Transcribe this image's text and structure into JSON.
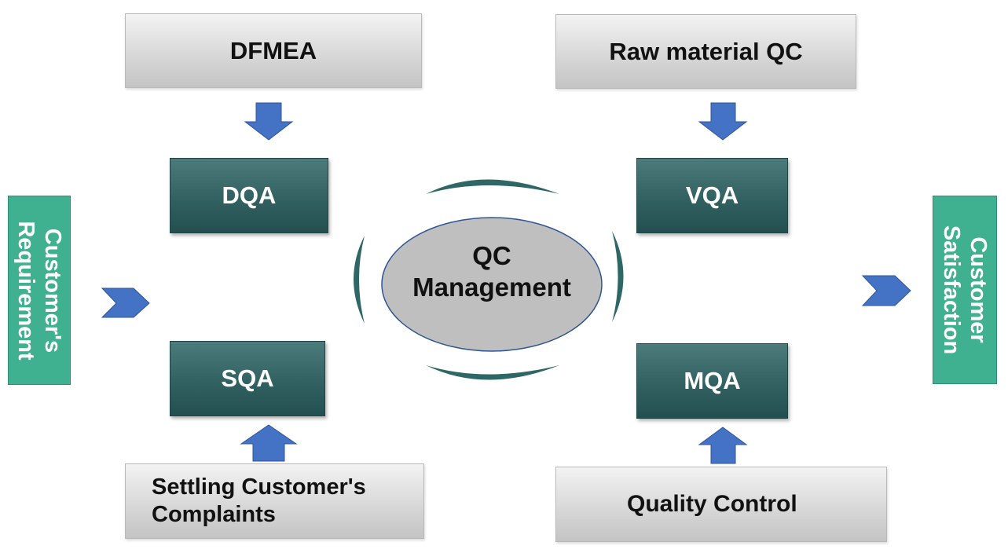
{
  "top_left_box": "DFMEA",
  "top_right_box": "Raw material QC",
  "bottom_left_box": {
    "line1": "Settling Customer's",
    "line2": "Complaints"
  },
  "bottom_right_box": "Quality Control",
  "stages": {
    "dqa": "DQA",
    "vqa": "VQA",
    "sqa": "SQA",
    "mqa": "MQA"
  },
  "center": {
    "line1": "QC",
    "line2": "Management"
  },
  "left_side": {
    "line1": "Customer's",
    "line2": "Requirement"
  },
  "right_side": {
    "line1": "Customer",
    "line2": "Satisfaction"
  },
  "colors": {
    "teal_box": "#326161",
    "side_green": "#3fb191",
    "arrow_blue": "#4472c4",
    "ellipse_gray": "#bfbfbf",
    "ring_teal": "#2e6766"
  }
}
